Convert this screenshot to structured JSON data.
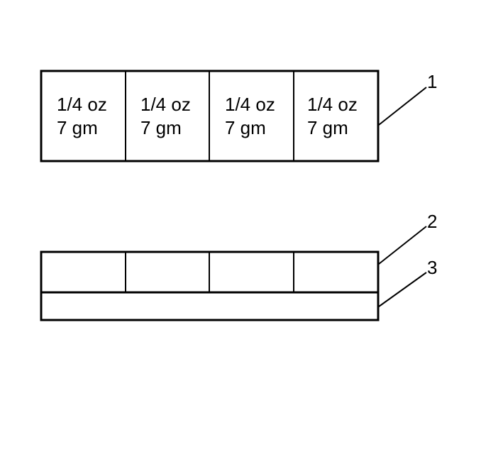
{
  "weight_strip": {
    "segments": [
      {
        "line1": "1/4 oz",
        "line2": "7 gm"
      },
      {
        "line1": "1/4 oz",
        "line2": "7 gm"
      },
      {
        "line1": "1/4 oz",
        "line2": "7 gm"
      },
      {
        "line1": "1/4 oz",
        "line2": "7 gm"
      }
    ]
  },
  "callouts": {
    "c1": "1",
    "c2": "2",
    "c3": "3"
  },
  "colors": {
    "stroke": "#000000",
    "background": "#ffffff"
  }
}
